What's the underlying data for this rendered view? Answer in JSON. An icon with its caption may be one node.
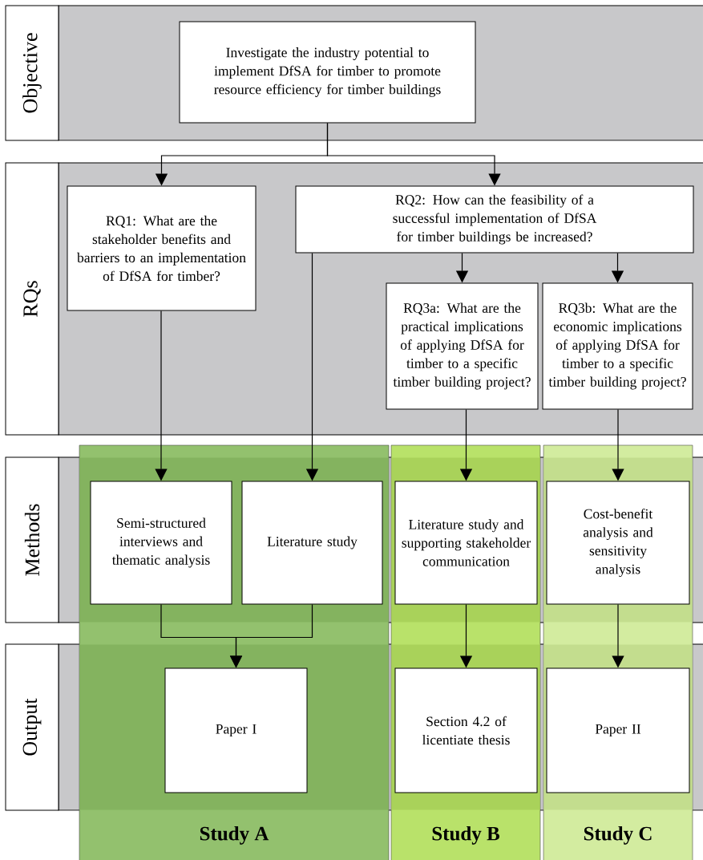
{
  "diagram": {
    "nodes": [
      {
        "text": [
          "Objective"
        ]
      },
      {
        "text": [
          "Investigate the industry potential to implement DfSA for timber to promote resource efficiency for timber buildings"
        ]
      },
      {
        "text": [
          "RQs"
        ]
      },
      {
        "text": [
          "RQ1: What are the stakeholder benefits and barriers to an implementation of DfSA for timber?"
        ]
      },
      {
        "text": [
          "RQ2: How can the feasibility of a successful implementation of DfSA for timber buildings be increased?"
        ]
      },
      {
        "text": [
          "RQ3a: What are the practical implications of applying DfSA for timber to a specific timber building project?"
        ]
      },
      {
        "text": [
          "RQ3b: What are the economic implications of applying DfSA for timber to a specific timber building project?"
        ]
      },
      {
        "text": [
          "Methods"
        ]
      },
      {
        "text": [
          "Output"
        ]
      },
      {
        "text": [
          "Study A"
        ]
      },
      {
        "text": [
          "Semi-structured interviews and thematic analysis"
        ],
        "in": 9
      },
      {
        "text": [
          "Literature study"
        ],
        "in": 9
      },
      {
        "text": [
          "Paper I"
        ],
        "in": 9
      },
      {
        "text": [
          "Study B"
        ]
      },
      {
        "text": [
          "Literature study and supporting stakeholder communication"
        ],
        "in": 13
      },
      {
        "text": [
          "Section 4.2 of licentiate thesis"
        ],
        "in": 13
      },
      {
        "text": [
          "Study C"
        ]
      },
      {
        "text": [
          "Cost-benefit analysis and sensitivity analysis"
        ],
        "in": 16
      },
      {
        "text": [
          "Paper II"
        ],
        "in": 16
      }
    ],
    "edges": [
      {
        "from": 1,
        "to": 3,
        "arrow": "to"
      },
      {
        "from": 1,
        "to": 4,
        "arrow": "to"
      },
      {
        "from": 3,
        "to": 10,
        "arrow": "to"
      },
      {
        "from": 4,
        "to": 11,
        "arrow": "to"
      },
      {
        "from": 4,
        "to": 5,
        "arrow": "to"
      },
      {
        "from": 4,
        "to": 6,
        "arrow": "to"
      },
      {
        "from": 5,
        "to": 14,
        "arrow": "to"
      },
      {
        "from": 6,
        "to": 17,
        "arrow": "to"
      },
      {
        "from": 10,
        "to": 12,
        "arrow": "to"
      },
      {
        "from": 11,
        "to": 12,
        "arrow": "to"
      },
      {
        "from": 14,
        "to": 15,
        "arrow": "to"
      },
      {
        "from": 17,
        "to": 18,
        "arrow": "to"
      }
    ]
  }
}
